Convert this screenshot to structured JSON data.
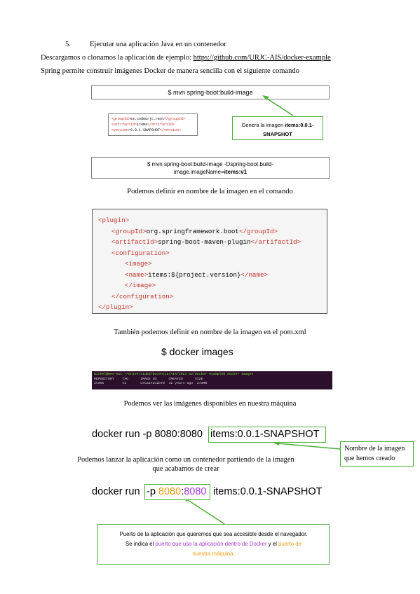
{
  "section": {
    "number": "5.",
    "title": "Ejecutar una aplicación Java en un contenedor"
  },
  "intro": {
    "clone_text": "Descargamos o clonamos la aplicación de ejemplo: ",
    "clone_link": "https://github.com/URJC-AIS/docker-example",
    "spring_text": "Spring permite construir imágenes Docker de manera sencilla con el siguiente comando"
  },
  "figure1": {
    "command": "$ mvn spring-boot:build-image",
    "snippet": [
      {
        "open": "<groupId>",
        "value": "es.codeurjc.rest",
        "close": "</groupId>"
      },
      {
        "open": "<artifactId>",
        "value": "items",
        "close": "</artifactId>"
      },
      {
        "open": "<version>",
        "value": "0.0.1-SNAPSHOT",
        "close": "</version>"
      }
    ],
    "callout_prefix": "Genera la imagen ",
    "callout_bold": "items:0.0.1-SNAPSHOT",
    "command2_line1": "$ mvn spring-boot:build-image -Dspring-boot.build-",
    "command2_line2_prefix": "image.imageName=",
    "command2_line2_bold": "items:v1",
    "caption": "Podemos definir en nombre de la imagen en el comando"
  },
  "figure2": {
    "lines": [
      {
        "indent": 0,
        "pre": "<plugin>",
        "text": "",
        "post": ""
      },
      {
        "indent": 1,
        "pre": "<groupId>",
        "text": "org.springframework.boot",
        "post": "</groupId>"
      },
      {
        "indent": 1,
        "pre": "<artifactId>",
        "text": "spring-boot-maven-plugin",
        "post": "</artifactId>"
      },
      {
        "indent": 1,
        "pre": "<configuration>",
        "text": "",
        "post": ""
      },
      {
        "indent": 2,
        "pre": "<image>",
        "text": "",
        "post": ""
      },
      {
        "indent": 2,
        "pre": "<name>",
        "text": "items:${project.version}",
        "post": "</name>"
      },
      {
        "indent": 2,
        "pre": "</image>",
        "text": "",
        "post": ""
      },
      {
        "indent": 1,
        "pre": "</configuration>",
        "text": "",
        "post": ""
      },
      {
        "indent": 0,
        "pre": "</plugin>",
        "text": "",
        "post": ""
      }
    ],
    "caption": "También podemos definir en nombre de la imagen en el pom.xml"
  },
  "figure3": {
    "command": "$ docker images",
    "terminal_prompt": "michel@mes-mit:~/Universidad/Docencia/AIS/2021-22/docker-example$ docker images",
    "headers": [
      "REPOSITORY",
      "TAG",
      "IMAGE ID",
      "CREATED",
      "SIZE"
    ],
    "row": [
      "items",
      "v1",
      "ceca272c2b7d",
      "42 years ago",
      "273MB"
    ],
    "caption": "Podemos ver las imágenes disponibles en nuestra máquina"
  },
  "figure4": {
    "command_prefix": "docker run -p 8080:8080 ",
    "command_image": "items:0.0.1-SNAPSHOT",
    "callout": "Nombre de la imagen que hemos creado",
    "caption_line1": "Podemos lanzar la aplicación como un contenedor partiendo de la imagen",
    "caption_line2": "que acabamos de crear"
  },
  "figure5": {
    "cmd_run": "docker run ",
    "cmd_flag": "-p ",
    "cmd_host_port": "8080",
    "cmd_colon": ":",
    "cmd_container_port": "8080",
    "cmd_image": " items:0.0.1-SNAPSHOT",
    "callout_line1": "Puerto de la aplicación que queremos que sea accesible desde el navegador.",
    "callout_line2_a": "Se indica el ",
    "callout_line2_b": "puerto que usa la aplicación dentro de Docker",
    "callout_line2_c": " y el ",
    "callout_line2_d": "puerto de",
    "callout_line3": "nuestra máquina",
    "callout_line3_end": "."
  },
  "colors": {
    "callout_green": "#4caf3a",
    "xml_tag": "#c4332b",
    "host_port": "#f39c12",
    "container_port": "#a33bd8"
  }
}
